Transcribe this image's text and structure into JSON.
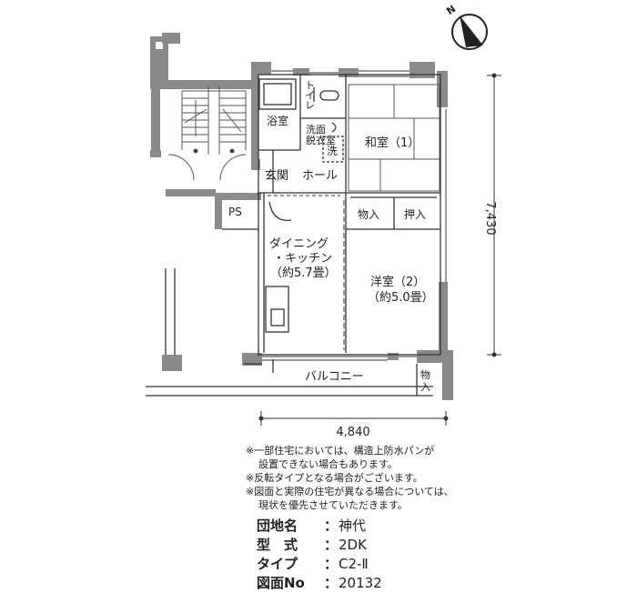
{
  "rooms": {
    "bath": "浴室",
    "toilet": "トイレ",
    "washroom_line1": "洗面",
    "washroom_line2": "脱衣室",
    "washer": "洗",
    "entrance": "玄関",
    "hall": "ホール",
    "ps1": "PS",
    "japanese_room": "和室（1）",
    "storage1": "物入",
    "closet": "押入",
    "dk_line1": "ダイニング",
    "dk_line2": "・キッチン",
    "dk_line3": "（約5.7畳）",
    "western_line1": "洋室（2）",
    "western_line2": "（約5.0畳）",
    "balcony": "バルコニー",
    "storage2_line1": "物",
    "storage2_line2": "入"
  },
  "dimensions": {
    "height": "7,430",
    "width": "4,840"
  },
  "compass": {
    "label": "N",
    "icon": "north-arrow-icon"
  },
  "notes": [
    "※一部住宅においては、構造上防水パンが",
    "設置できない場合もあります。",
    "※反転タイプとなる場合がございます。",
    "※図面と実際の住宅が異なる場合については、",
    "現状を優先させていただきます。"
  ],
  "info": {
    "complex_label": "団地名",
    "complex_value": "神代",
    "type_label": "型　式",
    "type_value": "2DK",
    "variant_label": "タイプ",
    "variant_value": "C2-Ⅱ",
    "drawing_label": "図面No",
    "drawing_value": "20132",
    "colon": "："
  },
  "colors": {
    "wall": "#8a8a8a",
    "line": "#333333",
    "tatami": "#555555"
  }
}
